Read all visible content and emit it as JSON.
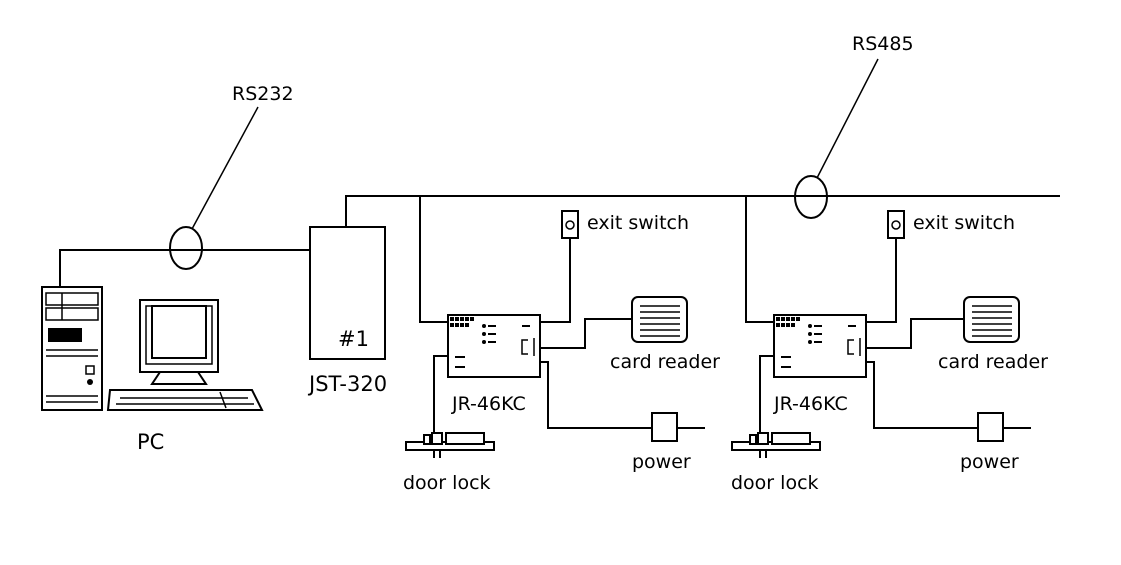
{
  "labels": {
    "rs232": "RS232",
    "rs485": "RS485",
    "pc": "PC",
    "converter_id": "#1",
    "converter_model": "JST-320",
    "exit_switch": "exit switch",
    "card_reader": "card reader",
    "controller_model": "JR-46KC",
    "power": "power",
    "door_lock": "door lock"
  }
}
